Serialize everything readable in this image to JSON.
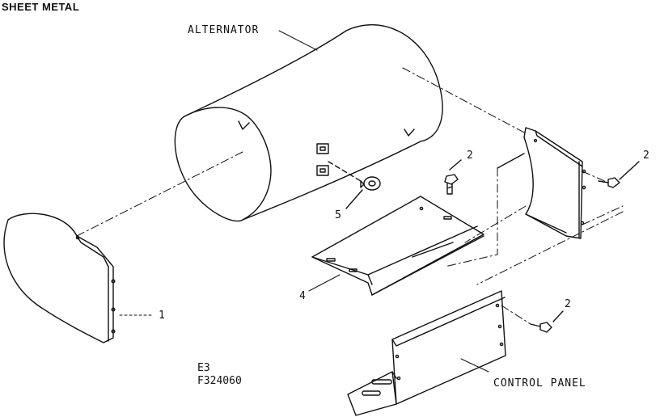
{
  "title": "SHEET METAL",
  "labels": {
    "alternator": "ALTERNATOR",
    "control_panel": "CONTROL PANEL"
  },
  "callouts": {
    "part_1": "1",
    "part_2_top": "2",
    "part_2_right": "2",
    "part_2_panel": "2",
    "part_4": "4",
    "part_5": "5"
  },
  "drawing_code": {
    "line1": "E3",
    "line2": "F324060"
  },
  "colors": {
    "ink": "#111111",
    "paper": "#ffffff"
  }
}
